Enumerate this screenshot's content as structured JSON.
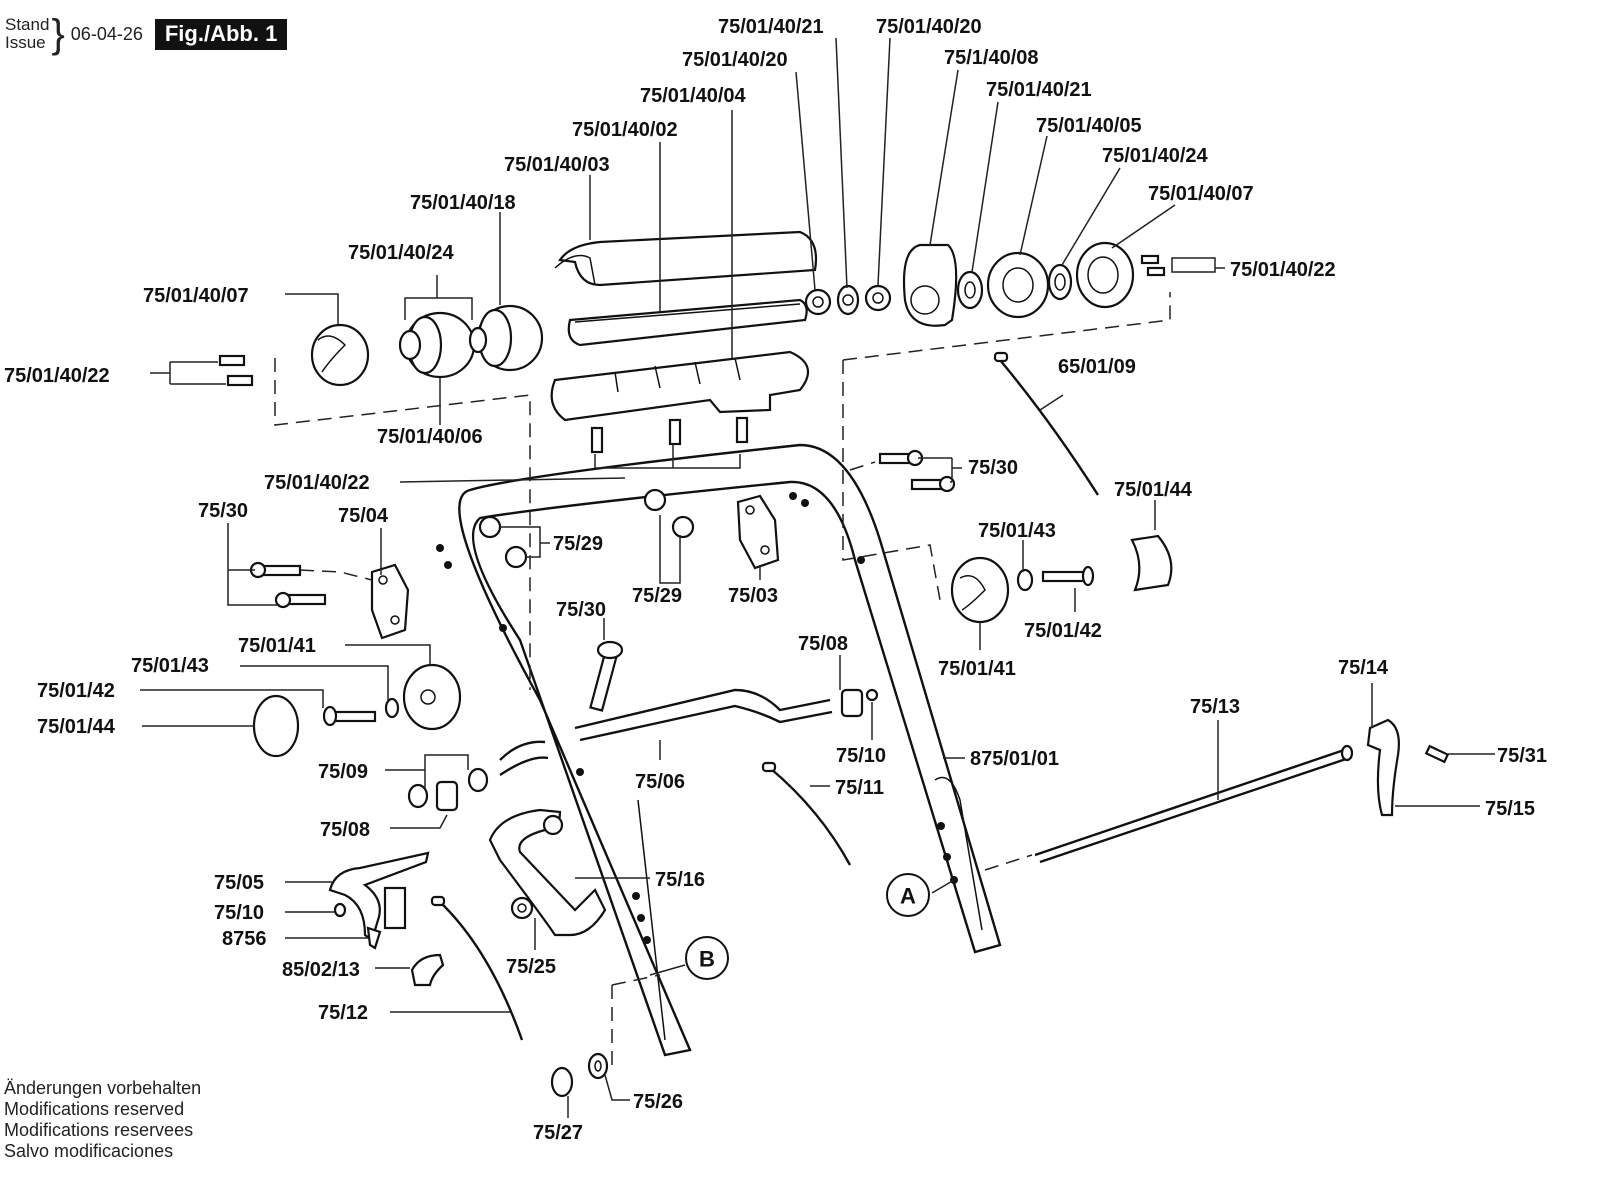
{
  "header": {
    "stand_label": "Stand",
    "issue_label": "Issue",
    "date": "06-04-26",
    "figure": "Fig./Abb. 1"
  },
  "callouts": {
    "a": "A",
    "b": "B"
  },
  "labels": {
    "p_40_21_top": "75/01/40/21",
    "p_40_20_top": "75/01/40/20",
    "p_40_20_left": "75/01/40/20",
    "p_1_40_08": "75/1/40/08",
    "p_40_04": "75/01/40/04",
    "p_40_21_right": "75/01/40/21",
    "p_40_02": "75/01/40/02",
    "p_40_05": "75/01/40/05",
    "p_40_03": "75/01/40/03",
    "p_40_24_right": "75/01/40/24",
    "p_40_18": "75/01/40/18",
    "p_40_07_right": "75/01/40/07",
    "p_40_24_left": "75/01/40/24",
    "p_40_22_right": "75/01/40/22",
    "p_40_07_left": "75/01/40/07",
    "p_40_22_left": "75/01/40/22",
    "p_65_01_09": "65/01/09",
    "p_40_06": "75/01/40/06",
    "p_30_right": "75/30",
    "p_40_22_mid": "75/01/40/22",
    "p_01_44_right": "75/01/44",
    "p_30_left": "75/30",
    "p_04": "75/04",
    "p_29_left": "75/29",
    "p_01_43_right": "75/01/43",
    "p_29_mid": "75/29",
    "p_03": "75/03",
    "p_30_mid": "75/30",
    "p_01_42_right": "75/01/42",
    "p_01_41_left": "75/01/41",
    "p_08_right": "75/08",
    "p_01_41_right": "75/01/41",
    "p_01_43_left": "75/01/43",
    "p_14": "75/14",
    "p_01_42_left": "75/01/42",
    "p_13": "75/13",
    "p_01_44_left": "75/01/44",
    "p_10_right": "75/10",
    "p_31": "75/31",
    "p_875_01_01": "875/01/01",
    "p_09": "75/09",
    "p_06": "75/06",
    "p_11": "75/11",
    "p_15": "75/15",
    "p_08_left": "75/08",
    "p_16": "75/16",
    "p_05": "75/05",
    "p_10_left": "75/10",
    "p_8756": "8756",
    "p_85_02_13": "85/02/13",
    "p_25": "75/25",
    "p_12": "75/12",
    "p_26": "75/26",
    "p_27": "75/27"
  },
  "footer": {
    "lines": [
      "Änderungen vorbehalten",
      "Modifications reserved",
      "Modifications reservees",
      "Salvo modificaciones"
    ]
  }
}
